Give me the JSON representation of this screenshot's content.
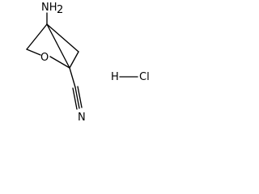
{
  "molecule": {
    "atoms": {
      "amino": "NH",
      "amino_h_count": "2",
      "ring_oxygen": "O",
      "nitrile_n": "N"
    },
    "salt": {
      "h": "H",
      "cl": "Cl"
    }
  },
  "colors": {
    "ink": "#000000",
    "background": "#ffffff"
  }
}
